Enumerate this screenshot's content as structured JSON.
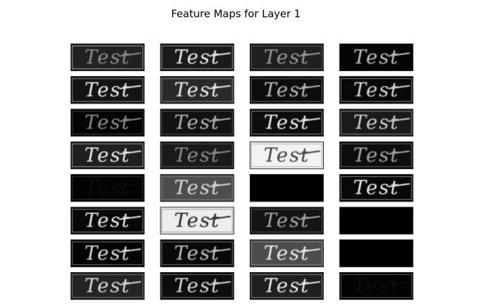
{
  "figure": {
    "title": "Feature Maps for Layer 1"
  },
  "chart_data": {
    "type": "image-grid",
    "title": "Feature Maps for Layer 1",
    "rows": 8,
    "cols": 4,
    "axes_visible": false,
    "colormap": "gray",
    "map_text": "Test",
    "maps": [
      {
        "bg": 0.13,
        "glyph": 0.55,
        "frame": 0.85,
        "blank": false
      },
      {
        "bg": 0.1,
        "glyph": 0.92,
        "frame": 0.8,
        "blank": false
      },
      {
        "bg": 0.12,
        "glyph": 0.6,
        "frame": 0.45,
        "blank": false
      },
      {
        "bg": 0.02,
        "glyph": 0.75,
        "frame": 0.0,
        "blank": false
      },
      {
        "bg": 0.08,
        "glyph": 0.92,
        "frame": 0.75,
        "blank": false
      },
      {
        "bg": 0.16,
        "glyph": 0.92,
        "frame": 0.7,
        "blank": false
      },
      {
        "bg": 0.05,
        "glyph": 0.72,
        "frame": 0.55,
        "blank": false
      },
      {
        "bg": 0.03,
        "glyph": 0.85,
        "frame": 0.75,
        "blank": false
      },
      {
        "bg": 0.02,
        "glyph": 0.55,
        "frame": 0.35,
        "blank": false
      },
      {
        "bg": 0.07,
        "glyph": 0.7,
        "frame": 0.45,
        "blank": false
      },
      {
        "bg": 0.05,
        "glyph": 0.92,
        "frame": 0.75,
        "blank": false
      },
      {
        "bg": 0.1,
        "glyph": 0.8,
        "frame": 0.7,
        "blank": false
      },
      {
        "bg": 0.12,
        "glyph": 0.92,
        "frame": 0.8,
        "blank": false
      },
      {
        "bg": 0.1,
        "glyph": 0.55,
        "frame": 0.45,
        "blank": false
      },
      {
        "bg": 0.95,
        "glyph": 0.25,
        "frame": 0.55,
        "blank": false
      },
      {
        "bg": 0.05,
        "glyph": 0.65,
        "frame": 0.55,
        "blank": false
      },
      {
        "bg": 0.01,
        "glyph": 0.04,
        "frame": 0.3,
        "blank": false
      },
      {
        "bg": 0.3,
        "glyph": 0.85,
        "frame": 0.6,
        "blank": false
      },
      {
        "bg": 0.0,
        "glyph": 0.0,
        "frame": 0.0,
        "blank": true
      },
      {
        "bg": 0.03,
        "glyph": 0.92,
        "frame": 0.75,
        "blank": false
      },
      {
        "bg": 0.03,
        "glyph": 0.92,
        "frame": 0.75,
        "blank": false
      },
      {
        "bg": 0.93,
        "glyph": 0.15,
        "frame": 0.45,
        "blank": false
      },
      {
        "bg": 0.08,
        "glyph": 0.65,
        "frame": 0.45,
        "blank": false
      },
      {
        "bg": 0.0,
        "glyph": 0.0,
        "frame": 0.0,
        "blank": true
      },
      {
        "bg": 0.02,
        "glyph": 0.85,
        "frame": 0.65,
        "blank": false
      },
      {
        "bg": 0.04,
        "glyph": 0.75,
        "frame": 0.65,
        "blank": false
      },
      {
        "bg": 0.3,
        "glyph": 0.92,
        "frame": 0.6,
        "blank": false
      },
      {
        "bg": 0.0,
        "glyph": 0.0,
        "frame": 0.0,
        "blank": true
      },
      {
        "bg": 0.14,
        "glyph": 0.85,
        "frame": 0.6,
        "blank": false
      },
      {
        "bg": 0.05,
        "glyph": 0.85,
        "frame": 0.6,
        "blank": false
      },
      {
        "bg": 0.12,
        "glyph": 0.92,
        "frame": 0.65,
        "blank": false
      },
      {
        "bg": 0.01,
        "glyph": 0.04,
        "frame": 0.5,
        "blank": false
      }
    ]
  }
}
